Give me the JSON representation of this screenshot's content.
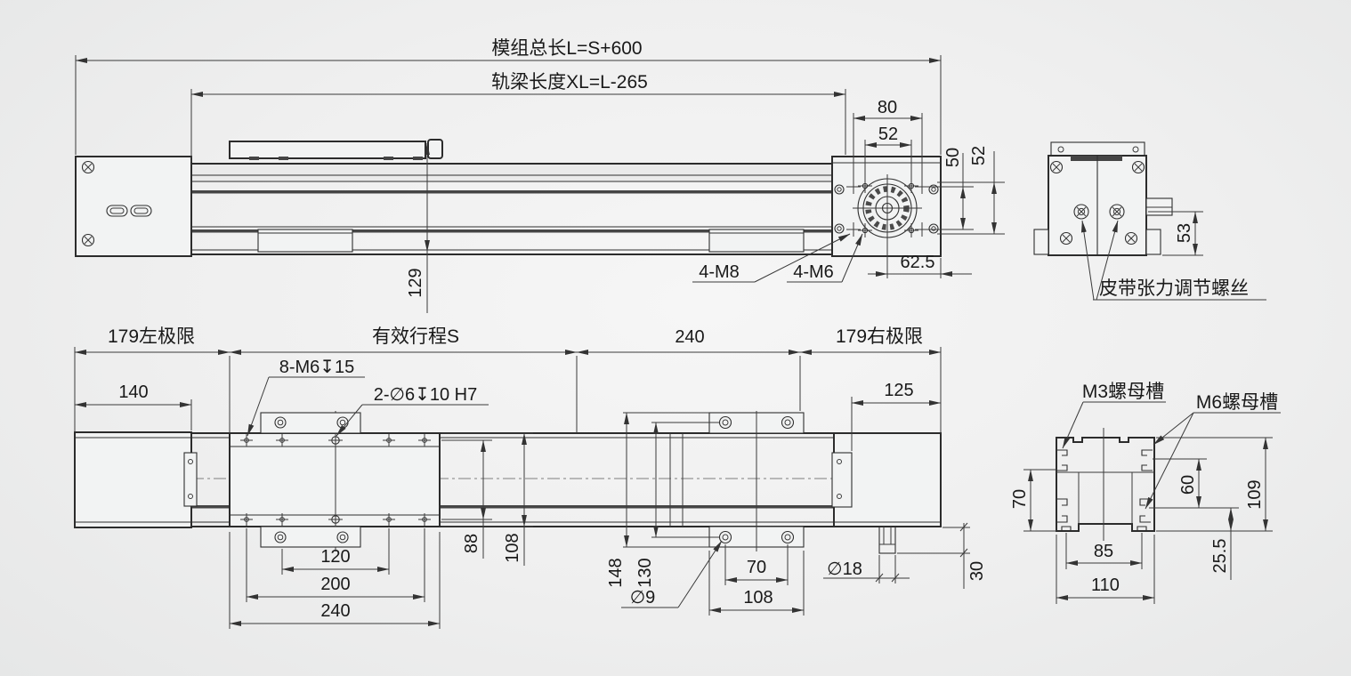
{
  "side_view": {
    "dim_total_length": "模组总长L=S+600",
    "dim_beam_length": "轨梁长度XL=L-265",
    "dim_80": "80",
    "dim_52_top": "52",
    "dim_50_side": "50",
    "dim_52_side": "52",
    "label_4_m8": "4-M8",
    "label_4_m6": "4-M6",
    "dim_62_5": "62.5",
    "dim_129": "129"
  },
  "end_view": {
    "dim_53": "53",
    "label_belt_tension": "皮带张力调节螺丝"
  },
  "plan_view": {
    "dim_left_limit": "179左极限",
    "dim_stroke": "有效行程S",
    "dim_240_span": "240",
    "dim_right_limit": "179右极限",
    "dim_140": "140",
    "dim_125": "125",
    "label_8_m6": "8-M6↧15",
    "label_2_d6": "2-∅6↧10 H7",
    "dim_88": "88",
    "dim_108_carriage": "108",
    "dim_120": "120",
    "dim_200": "200",
    "dim_240_carriage": "240",
    "dim_148": "148",
    "dim_130": "130",
    "dim_70_tab": "70",
    "dim_108_tab": "108",
    "label_d9": "∅9",
    "label_d18": "∅18",
    "dim_30": "30"
  },
  "section_view": {
    "label_m3_slot": "M3螺母槽",
    "label_m6_slot": "M6螺母槽",
    "dim_70": "70",
    "dim_60": "60",
    "dim_109": "109",
    "dim_85": "85",
    "dim_110": "110",
    "dim_25_5": "25.5"
  }
}
